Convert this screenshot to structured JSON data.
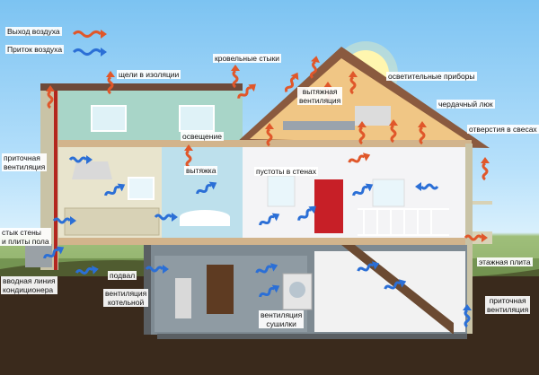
{
  "legend": {
    "out": "Выход воздуха",
    "in": "Приток воздуха"
  },
  "colors": {
    "outflow": "#e0572a",
    "inflow": "#2b6fd6"
  },
  "labels": {
    "insulation_gaps": "щели в изоляции",
    "roof_joints": "кровельные стыки",
    "lights": "осветительные приборы",
    "exhaust_vent": "вытяжная\nвентиляция",
    "attic_hatch": "чердачный люк",
    "eaves_holes": "отверстия в свесах",
    "lighting": "освещение",
    "exhaust": "вытяжка",
    "wall_voids": "пустоты в стенах",
    "supply_vent_left": "приточная\nвентиляция",
    "wall_floor_joint": "стык стены\nи плиты пола",
    "floor_slab": "этажная плита",
    "ac_line": "вводная линия\nкондиционера",
    "basement": "подвал",
    "boiler_vent": "вентиляция\nкотельной",
    "dryer_vent": "вентиляция\nсушилки",
    "supply_vent_right": "приточная\nвентиляция"
  }
}
